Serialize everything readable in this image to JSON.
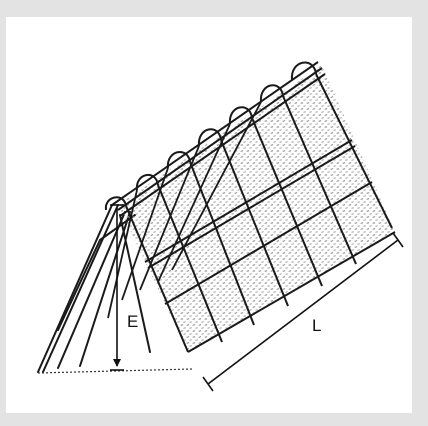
{
  "diagram": {
    "labels": {
      "height": "E",
      "length": "L"
    },
    "colors": {
      "background": "#e3e3e3",
      "panel": "#ffffff",
      "wire": "#111111",
      "mesh": "#a0a0a0"
    },
    "parts": [
      "rear-frame",
      "mesh-panel",
      "top-loops",
      "rib-wires",
      "base-reference-line",
      "height-dimension",
      "length-dimension"
    ]
  }
}
